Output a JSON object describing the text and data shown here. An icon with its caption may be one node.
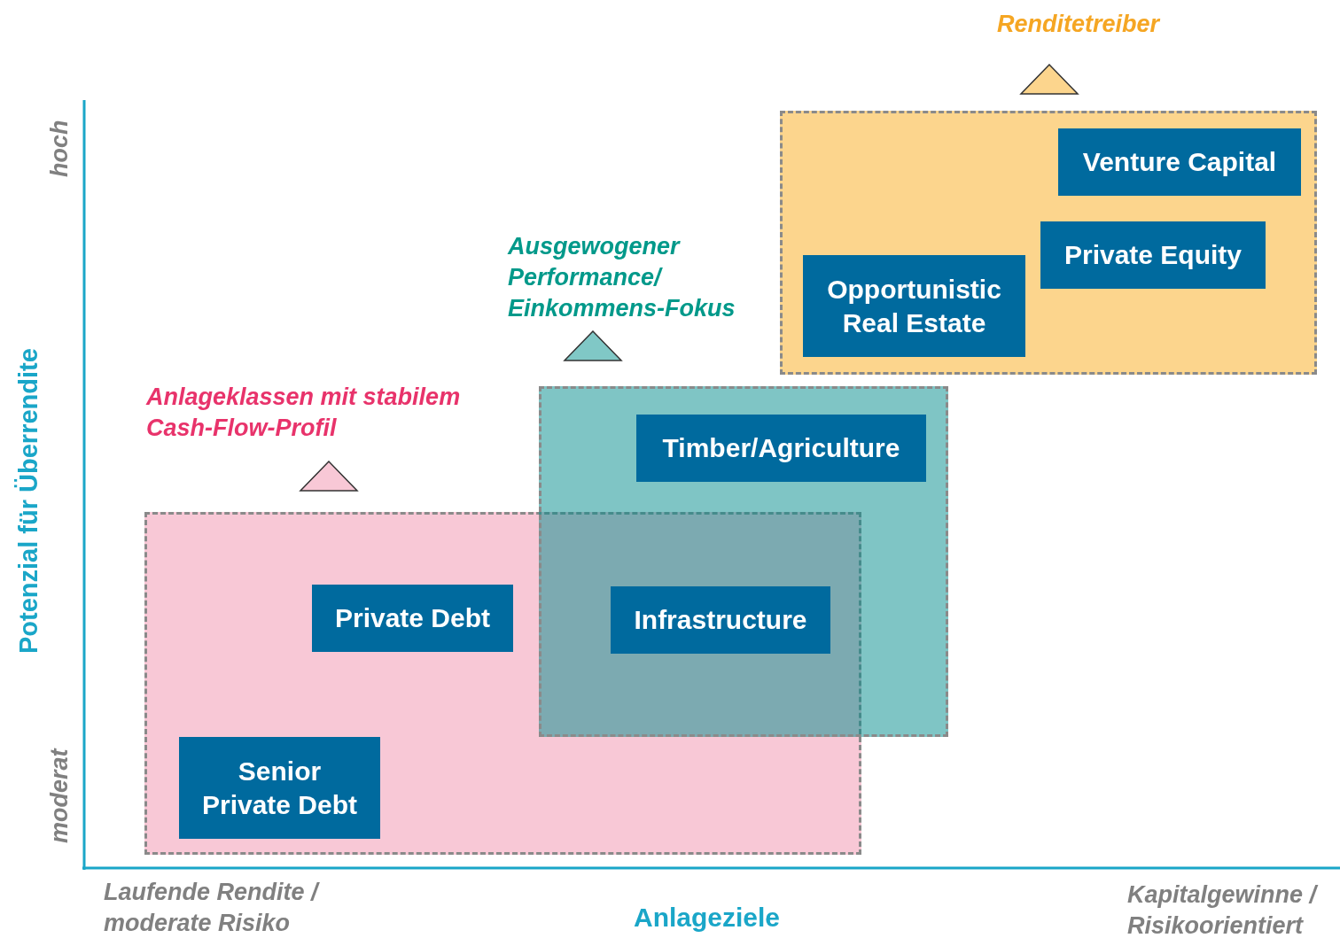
{
  "diagram": {
    "nodes": [
      {
        "text": [
          "Renditetreiber"
        ]
      },
      {
        "text": [
          "Venture Capital"
        ],
        "in": 0
      },
      {
        "text": [
          "Private Equity"
        ],
        "in": 0
      },
      {
        "text": [
          "Opportunistic Real Estate"
        ],
        "in": 0
      },
      {
        "text": [
          "Ausgewogener Performance/ Einkommens-Fokus"
        ]
      },
      {
        "text": [
          "Timber/Agriculture"
        ],
        "in": 4
      },
      {
        "text": [
          "Anlageklassen mit stabilem Cash-Flow-Profil"
        ]
      },
      {
        "text": [
          "Private Debt"
        ],
        "in": 6
      },
      {
        "text": [
          "Infrastructure"
        ]
      },
      {
        "text": [
          "Senior Private Debt"
        ],
        "in": 6
      }
    ],
    "edges": [],
    "labels": [
      "hoch",
      "Potenzial für Überrendite",
      "moderat",
      "Laufende Rendite / moderate Risiko",
      "Anlageziele",
      "Kapitalgewinne / Risikoorientiert"
    ]
  }
}
